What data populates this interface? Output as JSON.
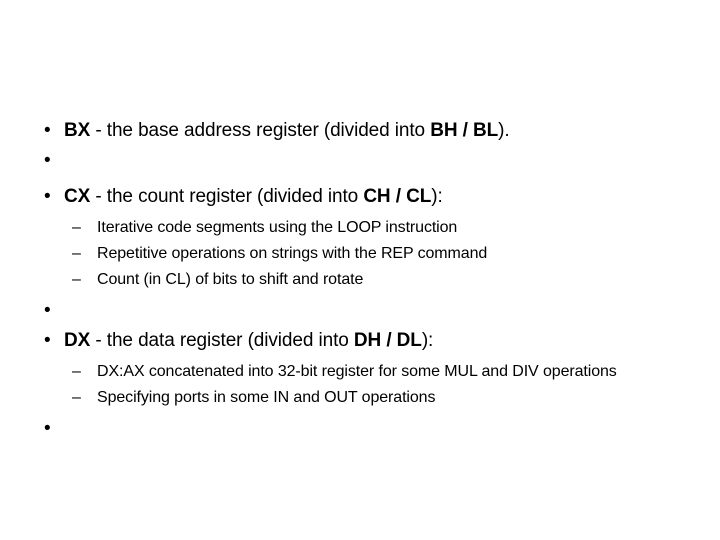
{
  "slide": {
    "background_color": "#ffffff",
    "text_color": "#000000",
    "bullet_glyph": "•",
    "dash_glyph": "–",
    "blocks": [
      {
        "level": 1,
        "bullet": "•",
        "runs": [
          {
            "text": "BX",
            "bold": true
          },
          {
            "text": " - the base address register (divided into ",
            "bold": false
          },
          {
            "text": "BH / BL",
            "bold": true
          },
          {
            "text": ").",
            "bold": false
          }
        ],
        "plain": "BX - the base address register (divided into BH / BL)."
      },
      {
        "level": 1,
        "bullet": "•",
        "runs": [],
        "plain": ""
      },
      {
        "level": 1,
        "bullet": "•",
        "runs": [
          {
            "text": "CX",
            "bold": true
          },
          {
            "text": " - the count register (divided into ",
            "bold": false
          },
          {
            "text": "CH / CL",
            "bold": true
          },
          {
            "text": "):",
            "bold": false
          }
        ],
        "plain": "CX - the count register (divided into CH / CL):"
      },
      {
        "level": 2,
        "bullet": "–",
        "runs": [
          {
            "text": "Iterative code segments using the LOOP instruction",
            "bold": false
          }
        ],
        "plain": "Iterative code segments using the LOOP instruction"
      },
      {
        "level": 2,
        "bullet": "–",
        "runs": [
          {
            "text": "Repetitive operations on strings with the REP command",
            "bold": false
          }
        ],
        "plain": "Repetitive operations on strings with the REP command"
      },
      {
        "level": 2,
        "bullet": "–",
        "runs": [
          {
            "text": "Count (in CL) of bits to shift and rotate",
            "bold": false
          }
        ],
        "plain": "Count (in CL) of bits to shift and rotate"
      },
      {
        "level": 1,
        "bullet": "•",
        "runs": [],
        "plain": ""
      },
      {
        "level": 1,
        "bullet": "•",
        "runs": [
          {
            "text": "DX",
            "bold": true
          },
          {
            "text": " - the data register (divided into ",
            "bold": false
          },
          {
            "text": "DH / DL",
            "bold": true
          },
          {
            "text": "):",
            "bold": false
          }
        ],
        "plain": "DX - the data register (divided into DH / DL):"
      },
      {
        "level": 2,
        "bullet": "–",
        "runs": [
          {
            "text": "DX:AX concatenated into 32-bit register for some MUL and DIV operations",
            "bold": false
          }
        ],
        "plain": "DX:AX concatenated into 32-bit register for some MUL and DIV operations"
      },
      {
        "level": 2,
        "bullet": "–",
        "runs": [
          {
            "text": "Specifying ports in some IN and OUT operations",
            "bold": false
          }
        ],
        "plain": "Specifying ports in some IN and OUT operations"
      },
      {
        "level": 1,
        "bullet": "•",
        "runs": [],
        "plain": ""
      }
    ]
  }
}
